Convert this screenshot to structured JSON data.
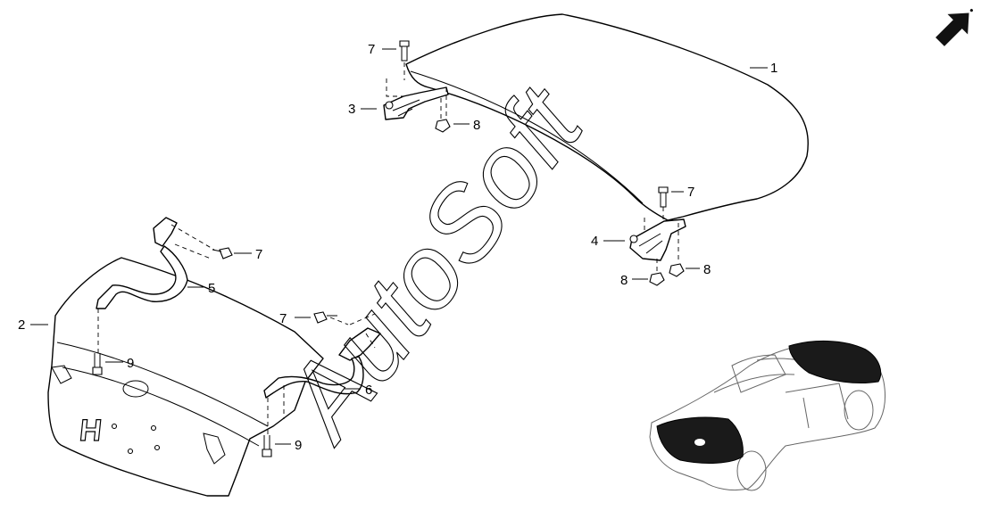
{
  "watermark": "AutoSoft",
  "callouts": [
    {
      "label": "1"
    },
    {
      "label": "2"
    },
    {
      "label": "3"
    },
    {
      "label": "4"
    },
    {
      "label": "5"
    },
    {
      "label": "6"
    },
    {
      "label": "7"
    },
    {
      "label": "7"
    },
    {
      "label": "7"
    },
    {
      "label": "7"
    },
    {
      "label": "8"
    },
    {
      "label": "8"
    },
    {
      "label": "8"
    },
    {
      "label": "9"
    },
    {
      "label": "9"
    }
  ],
  "trunk_emblem": "H",
  "colors": {
    "line": "#000000",
    "highlight": "#1a1a1a",
    "background": "#ffffff"
  },
  "icons": {
    "direction": "front-direction-arrow-icon"
  }
}
